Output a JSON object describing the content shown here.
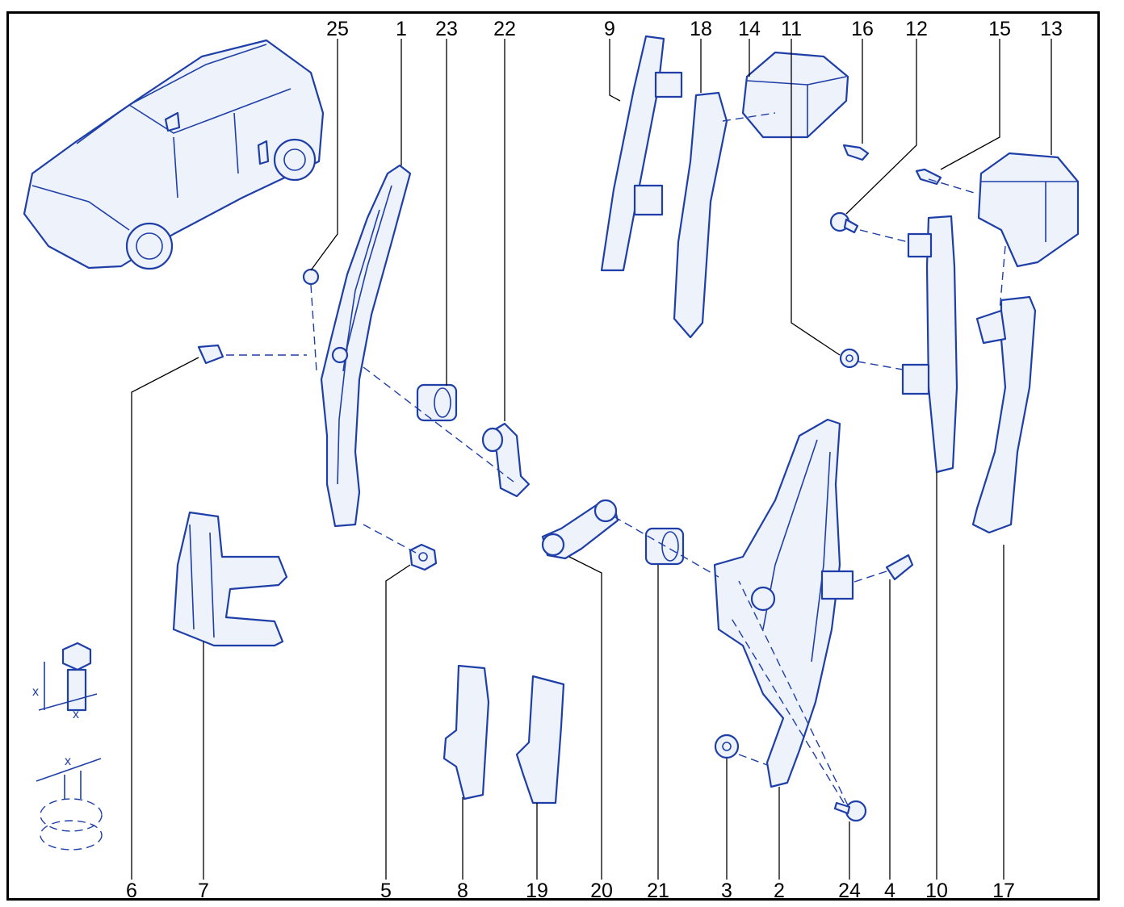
{
  "callouts": {
    "c25": "25",
    "c1": "1",
    "c23": "23",
    "c22": "22",
    "c9": "9",
    "c18": "18",
    "c14": "14",
    "c11": "11",
    "c16": "16",
    "c12": "12",
    "c15": "15",
    "c13": "13",
    "c6": "6",
    "c7": "7",
    "c5": "5",
    "c8": "8",
    "c19": "19",
    "c20": "20",
    "c21": "21",
    "c3": "3",
    "c2": "2",
    "c24": "24",
    "c4": "4",
    "c10": "10",
    "c17": "17"
  },
  "legend": {
    "dimension_label": "x"
  },
  "colors": {
    "line_art": "#1f3fa8",
    "frame": "#000000",
    "background": "#ffffff"
  }
}
